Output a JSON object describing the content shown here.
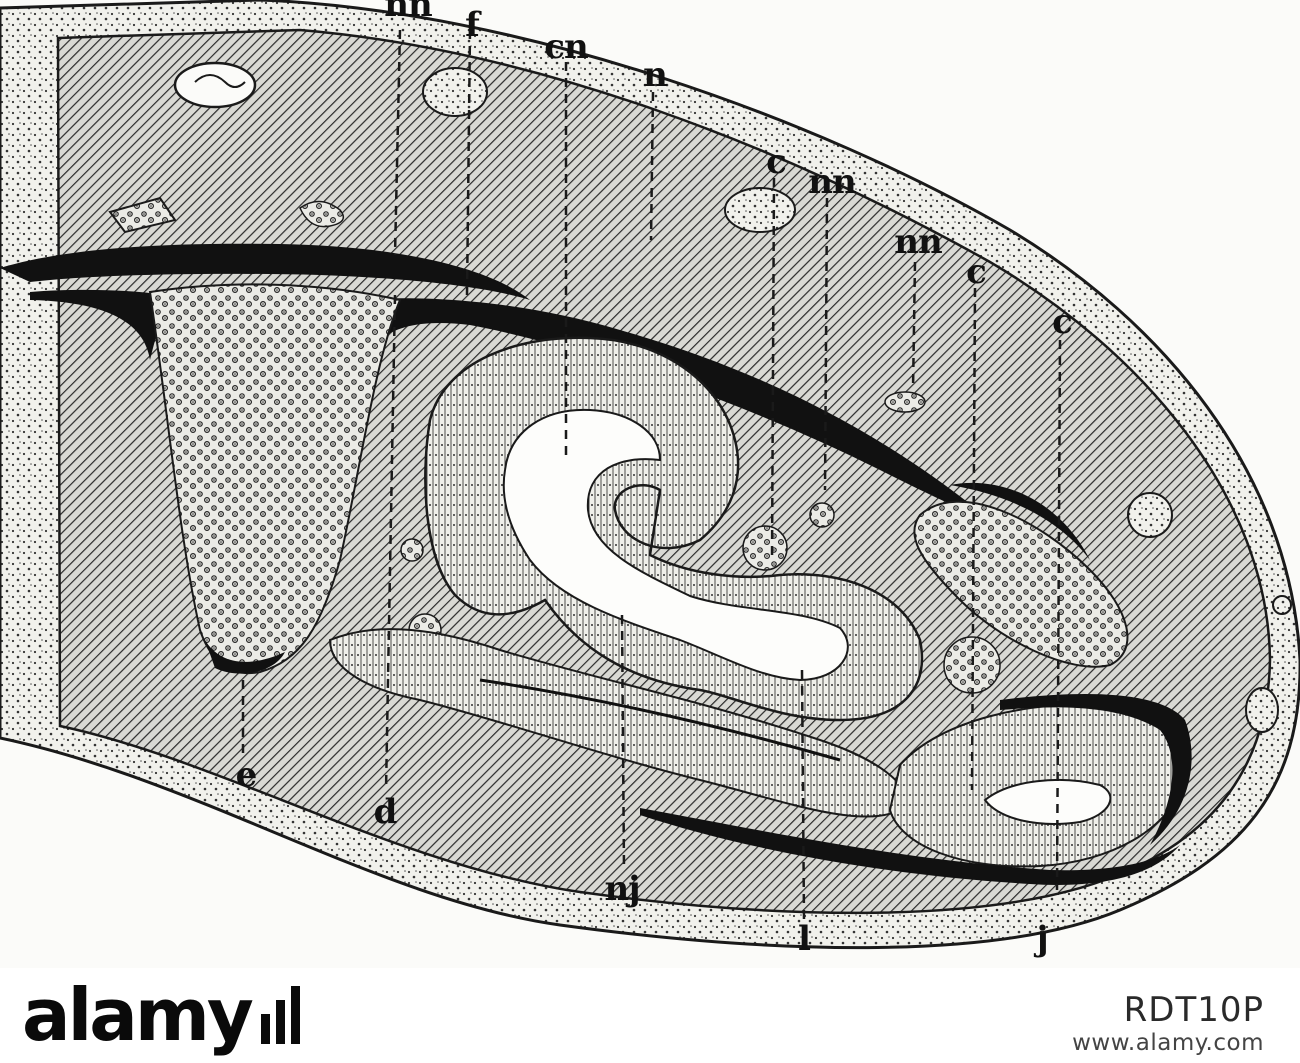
{
  "figure": {
    "labels": {
      "nn_top": "nn",
      "f": "f",
      "cn": "cn",
      "n": "n",
      "c1": "c",
      "nn_mid": "nn",
      "nn_right": "nn",
      "c2": "c",
      "c3": "c",
      "e": "e",
      "d": "d",
      "nj": "nj",
      "l": "l",
      "j": "j"
    }
  },
  "watermark": {
    "brand": "alamy",
    "image_id": "RDT10P",
    "url": "www.alamy.com"
  },
  "colors": {
    "ink": "#141414",
    "paper": "#fbfbf9",
    "banner": "#ffffff"
  }
}
